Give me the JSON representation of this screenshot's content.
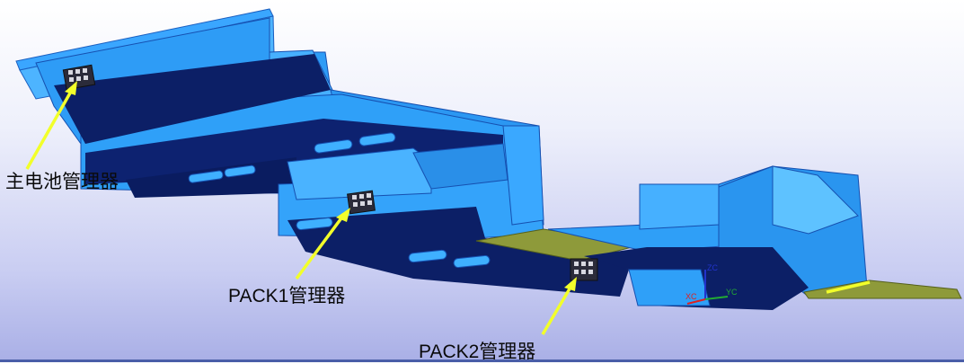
{
  "labels": {
    "main_bms": "主电池管理器",
    "pack1": "PACK1管理器",
    "pack2": "PACK2管理器"
  },
  "axes": {
    "x": "XC",
    "y": "YC",
    "z": "ZC"
  },
  "colors": {
    "tray_blue": "#2ea3ff",
    "tray_dark": "#0c1f66",
    "plate_olive": "#8e9a3a",
    "pointer_yellow": "#f2ff2a",
    "module_dark": "#2b2b3a"
  }
}
